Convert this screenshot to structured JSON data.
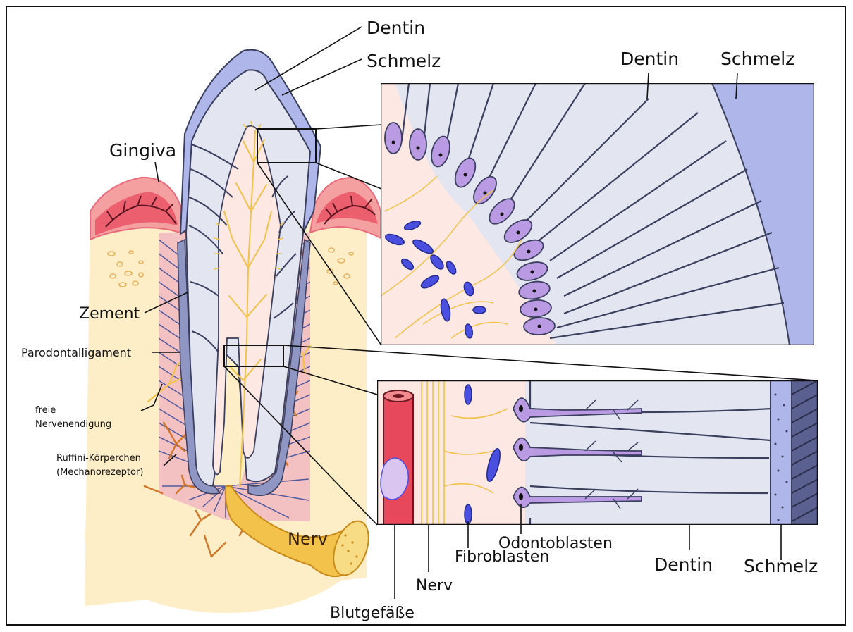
{
  "colors": {
    "bone": "#fdeec8",
    "gingiva": "#f5a0a0",
    "gingiva_dark": "#e8485c",
    "ligament_bg": "#f4c1c3",
    "ligament_fiber": "#4e5a9e",
    "dentin": "#e3e5f1",
    "enamel": "#aeb6ea",
    "cement": "#8f96c4",
    "pulp": "#fde8e4",
    "nerve": "#f2c24a",
    "odontoblast": "#b99ae3",
    "fibroblast": "#4a4fe0",
    "vessel": "#e23a50",
    "outline": "#3a3f5e"
  },
  "labels": {
    "dentin_top": "Dentin",
    "schmelz_top": "Schmelz",
    "gingiva": "Gingiva",
    "zement": "Zement",
    "parodontalligament": "Parodontalligament",
    "freie_1": "freie",
    "freie_2": "Nervenendigung",
    "ruffini_1": "Ruffini-Körperchen",
    "ruffini_2": "(Mechanorezeptor)",
    "nerv_bundle": "Nerv",
    "detail1_dentin": "Dentin",
    "detail1_schmelz": "Schmelz",
    "blutgefaesse": "Blutgefäße",
    "nerv_detail": "Nerv",
    "fibroblasten": "Fibroblasten",
    "odontoblasten": "Odontoblasten",
    "detail2_dentin": "Dentin",
    "detail2_schmelz": "Schmelz"
  }
}
